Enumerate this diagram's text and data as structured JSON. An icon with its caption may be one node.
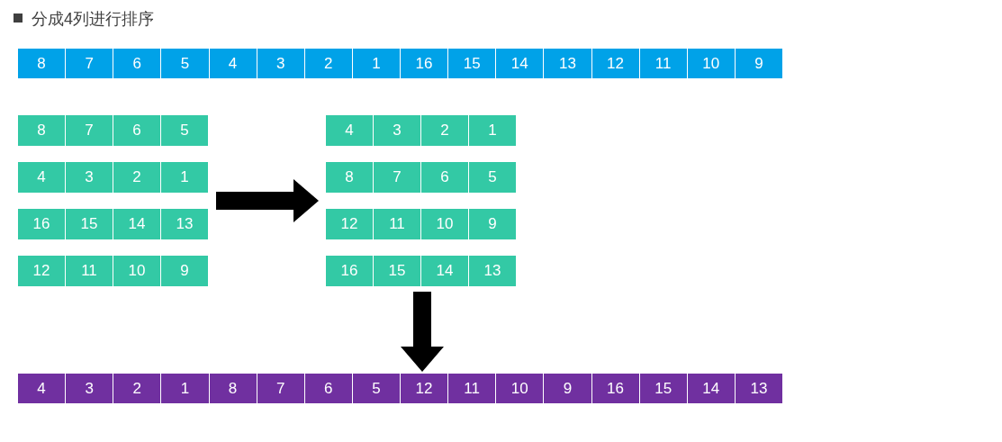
{
  "diagram": {
    "title": "分成4列进行排序",
    "nodes": [
      {
        "text": [],
        "shape": "bar"
      },
      {
        "text": [
          "8"
        ],
        "in": 0
      },
      {
        "text": [
          "7"
        ],
        "in": 0
      },
      {
        "text": [
          "6"
        ],
        "in": 0
      },
      {
        "text": [
          "5"
        ],
        "in": 0
      },
      {
        "text": [
          "4"
        ],
        "in": 0
      },
      {
        "text": [
          "3"
        ],
        "in": 0
      },
      {
        "text": [
          "2"
        ],
        "in": 0
      },
      {
        "text": [
          "1"
        ],
        "in": 0
      },
      {
        "text": [
          "16"
        ],
        "in": 0
      },
      {
        "text": [
          "15"
        ],
        "in": 0
      },
      {
        "text": [
          "14"
        ],
        "in": 0
      },
      {
        "text": [
          "13"
        ],
        "in": 0
      },
      {
        "text": [
          "12"
        ],
        "in": 0
      },
      {
        "text": [
          "11"
        ],
        "in": 0
      },
      {
        "text": [
          "10"
        ],
        "in": 0
      },
      {
        "text": [
          "9"
        ],
        "in": 0
      },
      {
        "text": [],
        "shape": "box"
      },
      {
        "text": [
          "8"
        ],
        "in": 17
      },
      {
        "text": [
          "7"
        ],
        "in": 17
      },
      {
        "text": [
          "6"
        ],
        "in": 17
      },
      {
        "text": [
          "5"
        ],
        "in": 17
      },
      {
        "text": [
          "4"
        ],
        "in": 17
      },
      {
        "text": [
          "3"
        ],
        "in": 17
      },
      {
        "text": [
          "2"
        ],
        "in": 17
      },
      {
        "text": [
          "1"
        ],
        "in": 17
      },
      {
        "text": [
          "16"
        ],
        "in": 17
      },
      {
        "text": [
          "15"
        ],
        "in": 17
      },
      {
        "text": [
          "14"
        ],
        "in": 17
      },
      {
        "text": [
          "13"
        ],
        "in": 17
      },
      {
        "text": [
          "12"
        ],
        "in": 17
      },
      {
        "text": [
          "11"
        ],
        "in": 17
      },
      {
        "text": [
          "10"
        ],
        "in": 17
      },
      {
        "text": [
          "9"
        ],
        "in": 17
      },
      {
        "text": [],
        "shape": "box"
      },
      {
        "text": [
          "4"
        ],
        "in": 34
      },
      {
        "text": [
          "3"
        ],
        "in": 34
      },
      {
        "text": [
          "2"
        ],
        "in": 34
      },
      {
        "text": [
          "1"
        ],
        "in": 34
      },
      {
        "text": [
          "8"
        ],
        "in": 34
      },
      {
        "text": [
          "7"
        ],
        "in": 34
      },
      {
        "text": [
          "6"
        ],
        "in": 34
      },
      {
        "text": [
          "5"
        ],
        "in": 34
      },
      {
        "text": [
          "12"
        ],
        "in": 34
      },
      {
        "text": [
          "11"
        ],
        "in": 34
      },
      {
        "text": [
          "10"
        ],
        "in": 34
      },
      {
        "text": [
          "9"
        ],
        "in": 34
      },
      {
        "text": [
          "16"
        ],
        "in": 34
      },
      {
        "text": [
          "15"
        ],
        "in": 34
      },
      {
        "text": [
          "14"
        ],
        "in": 34
      },
      {
        "text": [
          "13"
        ],
        "in": 34
      },
      {
        "text": [],
        "shape": "bar"
      },
      {
        "text": [
          "4"
        ],
        "in": 51
      },
      {
        "text": [
          "3"
        ],
        "in": 51
      },
      {
        "text": [
          "2"
        ],
        "in": 51
      },
      {
        "text": [
          "1"
        ],
        "in": 51
      },
      {
        "text": [
          "8"
        ],
        "in": 51
      },
      {
        "text": [
          "7"
        ],
        "in": 51
      },
      {
        "text": [
          "6"
        ],
        "in": 51
      },
      {
        "text": [
          "5"
        ],
        "in": 51
      },
      {
        "text": [
          "12"
        ],
        "in": 51
      },
      {
        "text": [
          "11"
        ],
        "in": 51
      },
      {
        "text": [
          "10"
        ],
        "in": 51
      },
      {
        "text": [
          "9"
        ],
        "in": 51
      },
      {
        "text": [
          "16"
        ],
        "in": 51
      },
      {
        "text": [
          "15"
        ],
        "in": 51
      },
      {
        "text": [
          "14"
        ],
        "in": 51
      },
      {
        "text": [
          "13"
        ],
        "in": 51
      }
    ],
    "edges": [
      {
        "from": 17,
        "to": 34,
        "arrow": "to"
      },
      {
        "from": 34,
        "to": 51,
        "arrow": "to"
      }
    ]
  }
}
